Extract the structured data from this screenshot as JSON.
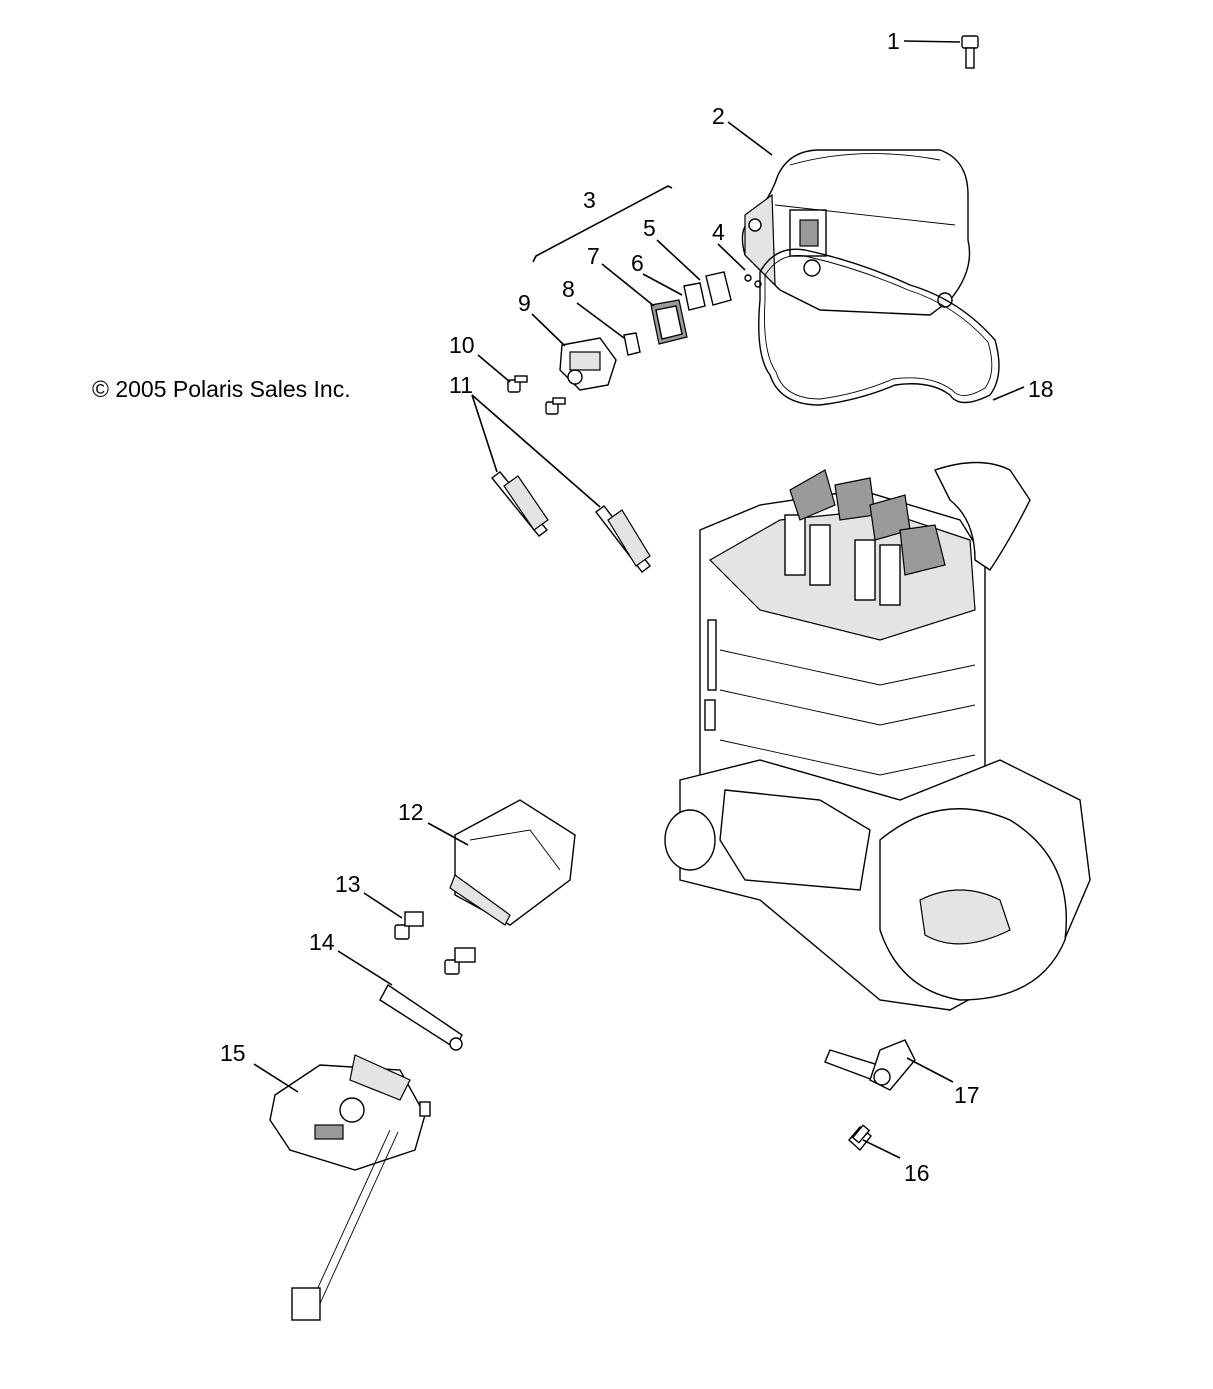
{
  "copyright": "© 2005 Polaris Sales Inc.",
  "callouts": {
    "c1": "1",
    "c2": "2",
    "c3": "3",
    "c4": "4",
    "c5": "5",
    "c6": "6",
    "c7": "7",
    "c8": "8",
    "c9": "9",
    "c10": "10",
    "c11": "11",
    "c12": "12",
    "c13": "13",
    "c14": "14",
    "c15": "15",
    "c16": "16",
    "c17": "17",
    "c18": "18"
  }
}
